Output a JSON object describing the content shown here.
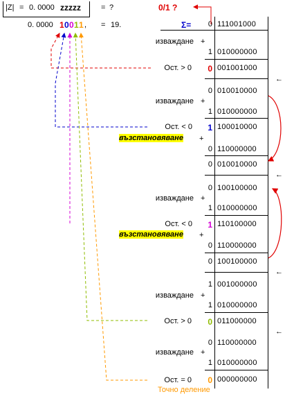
{
  "header": {
    "z_label": "|Z|",
    "z_eq": "=",
    "z_value": "0. 0000",
    "z_tail": "zzzzz",
    "eq_q": "=",
    "question": "?",
    "res_prefix": "0. 0000",
    "res_bits": [
      "1",
      "0",
      "0",
      "1",
      "1"
    ],
    "res_suffix": ",",
    "res_eq": "=",
    "res_value": "19.",
    "alert": "0/1 ?",
    "sigma_label": "Σ=",
    "sigma_c0": "0",
    "sigma_c1": "111001000"
  },
  "labels": {
    "subtract": "изваждане",
    "plus": "+",
    "restore": "възстановяване",
    "rem_pos": "Ост. > 0",
    "rem_neg": "Ост. < 0",
    "rem_zero": "Ост. = 0",
    "exact": "Точно деление",
    "arrow_left": "←"
  },
  "rows": [
    {
      "c0": "1",
      "c1": "010000000"
    },
    {
      "c0": "0",
      "c1": "001001000"
    },
    {
      "c0": "0",
      "c1": "010010000"
    },
    {
      "c0": "1",
      "c1": "010000000"
    },
    {
      "c0": "1",
      "c1": "100010000"
    },
    {
      "c0": "0",
      "c1": "110000000"
    },
    {
      "c0": "0",
      "c1": "010010000"
    },
    {
      "c0": "0",
      "c1": "100100000"
    },
    {
      "c0": "1",
      "c1": "010000000"
    },
    {
      "c0": "1",
      "c1": "110100000"
    },
    {
      "c0": "0",
      "c1": "110000000"
    },
    {
      "c0": "0",
      "c1": "100100000"
    },
    {
      "c0": "1",
      "c1": "001000000"
    },
    {
      "c0": "1",
      "c1": "010000000"
    },
    {
      "c0": "0",
      "c1": "011000000"
    },
    {
      "c0": "0",
      "c1": "110000000"
    },
    {
      "c0": "1",
      "c1": "010000000"
    },
    {
      "c0": "0",
      "c1": "000000000"
    }
  ],
  "colors": {
    "red": "#e00000",
    "blue": "#0000cc",
    "magenta": "#d400d4",
    "green": "#8fbc00",
    "orange": "#ff9900",
    "highlight": "#ffff00"
  }
}
